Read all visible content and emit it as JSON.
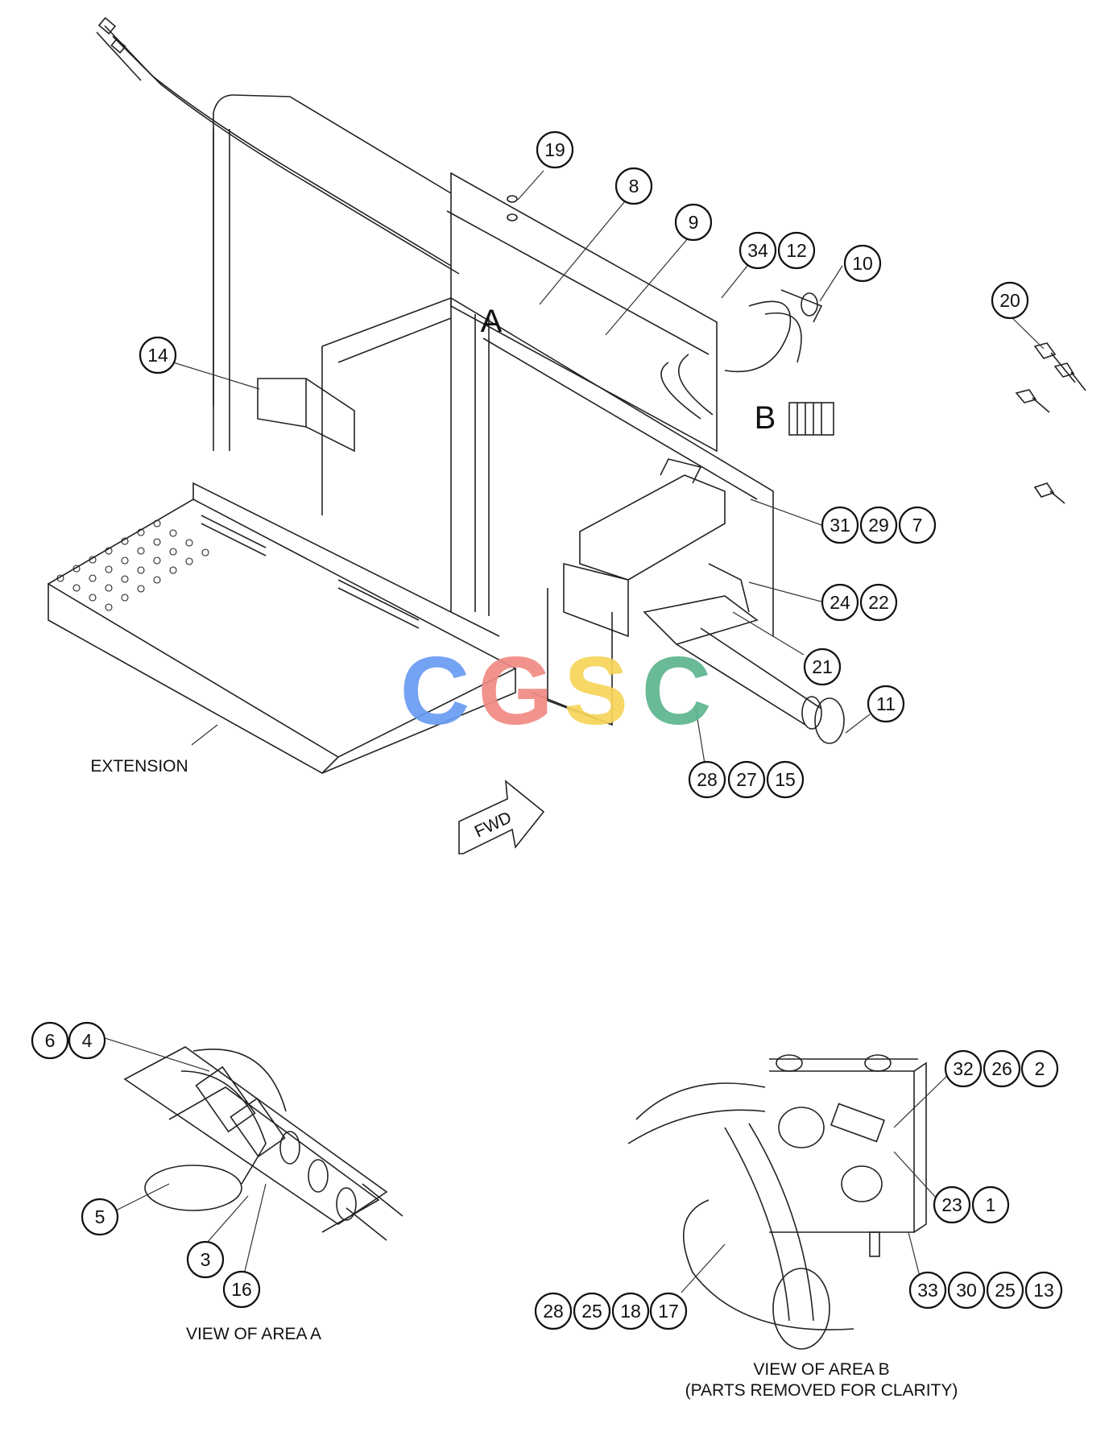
{
  "diagram": {
    "main_labels": {
      "extension": "EXTENSION",
      "fwd": "FWD",
      "area_a": "A",
      "area_b": "B"
    },
    "captions": {
      "view_a": "VIEW OF AREA A",
      "view_b_line1": "VIEW OF AREA B",
      "view_b_line2": "(PARTS REMOVED FOR CLARITY)"
    },
    "watermark": {
      "letters": [
        "C",
        "G",
        "S",
        "C"
      ],
      "colors": [
        "#6a9cf2",
        "#f08a83",
        "#f7d45a",
        "#5db58e"
      ]
    },
    "callouts": {
      "c19": "19",
      "c8": "8",
      "c9": "9",
      "c34": "34",
      "c12": "12",
      "c10": "10",
      "c20": "20",
      "c14": "14",
      "c31": "31",
      "c29": "29",
      "c7": "7",
      "c24": "24",
      "c22": "22",
      "c21": "21",
      "c11": "11",
      "c28": "28",
      "c27": "27",
      "c15": "15",
      "a6": "6",
      "a4": "4",
      "a5": "5",
      "a3": "3",
      "a16": "16",
      "b32": "32",
      "b26": "26",
      "b2": "2",
      "b23": "23",
      "b1": "1",
      "b33": "33",
      "b30": "30",
      "b25": "25",
      "b13": "13",
      "b28": "28",
      "b25b": "25",
      "b18": "18",
      "b17": "17"
    }
  }
}
